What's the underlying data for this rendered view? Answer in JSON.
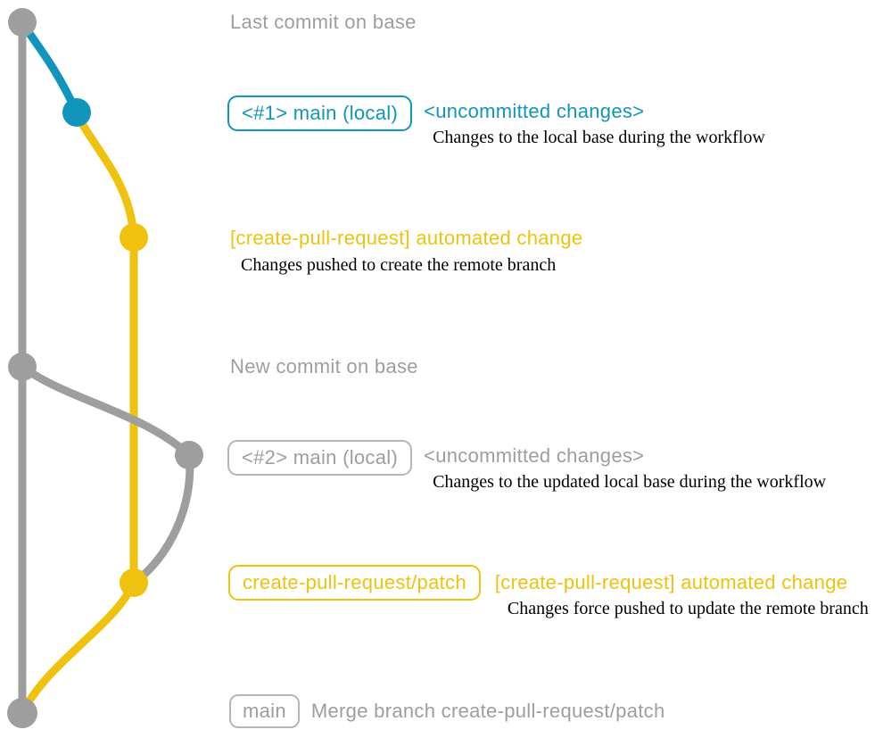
{
  "colors": {
    "background": "#ffffff",
    "gray": "#9e9e9e",
    "gray-border": "#b6b6b6",
    "blue": "#1295bc",
    "yellow": "#eec20e",
    "description": "#000000"
  },
  "graph": {
    "commit_colors_top_to_bottom": [
      "gray",
      "blue",
      "yellow",
      "gray",
      "gray",
      "yellow",
      "gray"
    ],
    "branch_colors": {
      "base": "gray",
      "main_local_1": "blue",
      "main_local_2": "gray",
      "create_pull_request_patch": "yellow"
    }
  },
  "annotations": {
    "last_commit_note": "Last commit on base",
    "local1": {
      "branch_label": "<#1> main (local)",
      "title": "<uncommitted changes>",
      "description": "Changes to the local base during the workflow"
    },
    "patch1": {
      "title": "[create-pull-request] automated change",
      "description": "Changes pushed to create the remote branch"
    },
    "new_commit_note": "New commit on base",
    "local2": {
      "branch_label": "<#2> main (local)",
      "title": "<uncommitted changes>",
      "description": "Changes to the updated local base during the workflow"
    },
    "patch2": {
      "branch_label": "create-pull-request/patch",
      "title": "[create-pull-request] automated change",
      "description": "Changes force pushed to update the remote branch"
    },
    "merge": {
      "branch_label": "main",
      "title": "Merge branch create-pull-request/patch"
    }
  }
}
